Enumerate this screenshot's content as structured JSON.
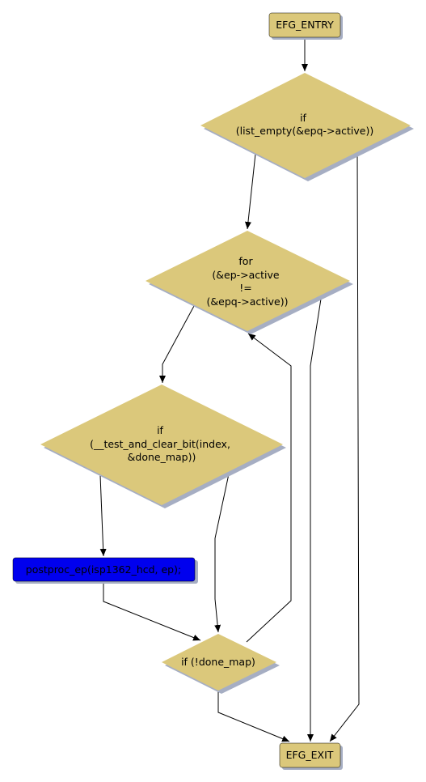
{
  "diagram": {
    "node_color": "#dbc87b",
    "shadow_color": "#a6aec3",
    "highlight_color": "#0000ee",
    "nodes": {
      "entry": {
        "label": "EFG_ENTRY"
      },
      "if_list_empty": {
        "lines": [
          "if",
          "(list_empty(&epq->active))"
        ]
      },
      "for_loop": {
        "lines": [
          "for",
          "(&ep->active",
          "!=",
          "(&epq->active))"
        ]
      },
      "if_test_clear": {
        "lines": [
          "if",
          "(__test_and_clear_bit(index,",
          "&done_map))"
        ]
      },
      "postproc": {
        "label": "postproc_ep(isp1362_hcd, ep);"
      },
      "if_done_map": {
        "label": "if (!done_map)"
      },
      "exit": {
        "label": "EFG_EXIT"
      }
    }
  }
}
